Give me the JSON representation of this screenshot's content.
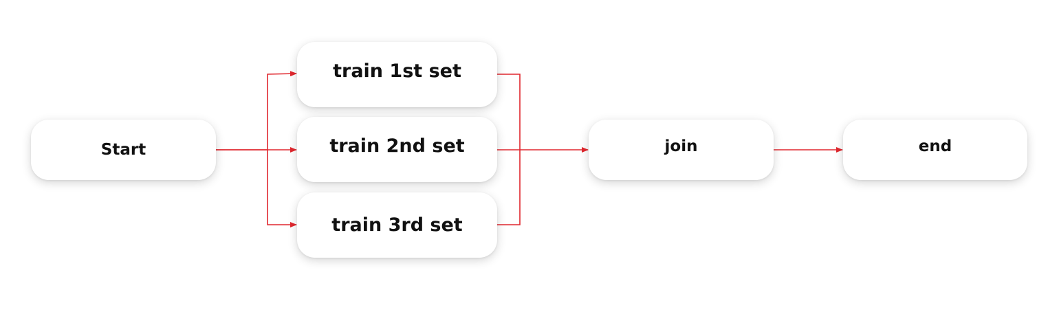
{
  "colors": {
    "edge": "#e0272e",
    "node_fill": "#ffffff",
    "text": "#111111"
  },
  "nodes": {
    "start": "Start",
    "train_1": "train 1st set",
    "train_2": "train 2nd set",
    "train_3": "train 3rd set",
    "join": "join",
    "end": "end"
  },
  "edges": [
    {
      "from": "start",
      "to": "train_1"
    },
    {
      "from": "start",
      "to": "train_2"
    },
    {
      "from": "start",
      "to": "train_3"
    },
    {
      "from": "train_1",
      "to": "join"
    },
    {
      "from": "train_2",
      "to": "join"
    },
    {
      "from": "train_3",
      "to": "join"
    },
    {
      "from": "join",
      "to": "end"
    }
  ]
}
